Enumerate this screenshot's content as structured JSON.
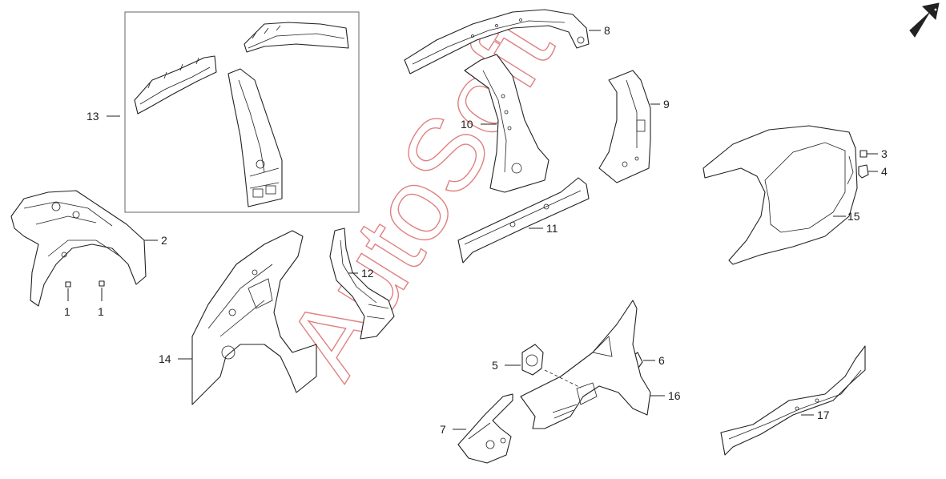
{
  "colors": {
    "line": "#222222",
    "watermark": "#e08080",
    "background": "#ffffff"
  },
  "watermark": {
    "text": "AutoSoft"
  },
  "icons": {
    "direction_arrow": "arrow-up-right-icon"
  },
  "callouts": [
    {
      "id": "c1a",
      "label": "1"
    },
    {
      "id": "c1b",
      "label": "1"
    },
    {
      "id": "c2",
      "label": "2"
    },
    {
      "id": "c3",
      "label": "3"
    },
    {
      "id": "c4",
      "label": "4"
    },
    {
      "id": "c5",
      "label": "5"
    },
    {
      "id": "c6",
      "label": "6"
    },
    {
      "id": "c7",
      "label": "7"
    },
    {
      "id": "c8",
      "label": "8"
    },
    {
      "id": "c9",
      "label": "9"
    },
    {
      "id": "c10",
      "label": "10"
    },
    {
      "id": "c11",
      "label": "11"
    },
    {
      "id": "c12",
      "label": "12"
    },
    {
      "id": "c13",
      "label": "13"
    },
    {
      "id": "c14",
      "label": "14"
    },
    {
      "id": "c15",
      "label": "15"
    },
    {
      "id": "c16",
      "label": "16"
    },
    {
      "id": "c17",
      "label": "17"
    }
  ]
}
